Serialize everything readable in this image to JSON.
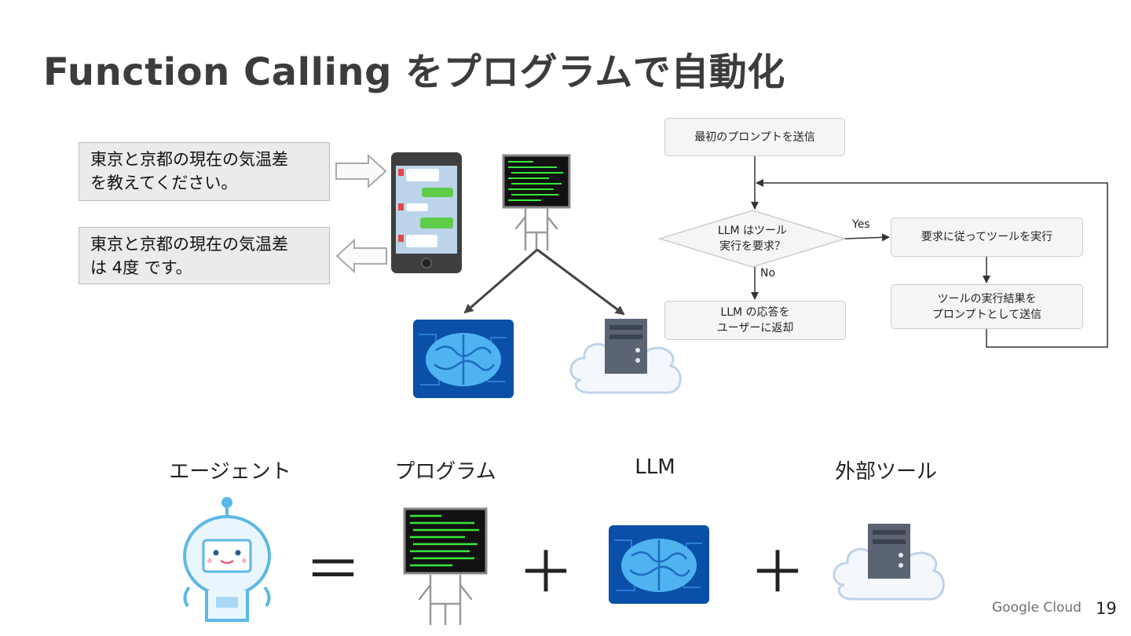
{
  "slide": {
    "title": "Function Calling をプログラムで自動化",
    "page_number": "19",
    "logo_text": "Google Cloud"
  },
  "chat": {
    "question": "東京と京都の現在の気温差\nを教えてください。",
    "answer": "東京と京都の現在の気温差\nは 4度 です。"
  },
  "flow": {
    "start": "最初のプロンプトを送信",
    "decision": "LLM はツール\n実行を要求？",
    "yes_label": "Yes",
    "no_label": "No",
    "execute": "要求に従ってツールを実行",
    "result": "ツールの実行結果を\nプロンプトとして送信",
    "reply": "LLM の応答を\nユーザーに返却"
  },
  "equation": {
    "agent": "エージェント",
    "program": "プログラム",
    "llm": "LLM",
    "tool": "外部ツール",
    "equals": "＝",
    "plus": "＋"
  },
  "colors": {
    "title": "#3c3c3c",
    "terminal_bg": "#111111",
    "terminal_text": "#38e838",
    "brain_bg": "#0a4fa8",
    "brain": "#4fb3f0",
    "server": "#5b6472",
    "cloud_edge": "#bfd3ea",
    "robot": "#5cb8e8"
  }
}
